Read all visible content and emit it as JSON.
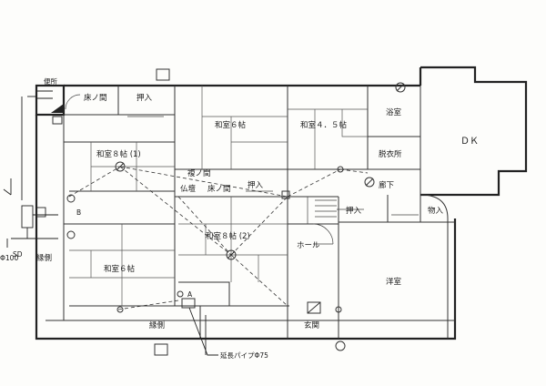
{
  "plan": {
    "rooms": {
      "toilet": "便所",
      "tokonoma": "床ノ間",
      "oshiire_top": "押入",
      "washitsu6_top": "和室６帖",
      "washitsu45": "和室４．５帖",
      "bath": "浴室",
      "dk": "ＤＫ",
      "washitsu8_1": "和室８帖 (1)",
      "dressing": "脱衣所",
      "fukunoma": "複ノ間",
      "butsudan": "仏壇",
      "toko": "床ノ間",
      "oshiire_mid": "押入",
      "roka": "廊下",
      "oshiire_right": "押入",
      "monoire": "物入",
      "washitsu8_2": "和室８帖 (2)",
      "hall": "ホール",
      "washitsu6_bottom": "和室６帖",
      "yoshitsu": "洋室",
      "engawa_left": "縁側",
      "engawa_bottom": "縁側",
      "genkan": "玄関"
    },
    "markers": {
      "a": "A",
      "b": "B",
      "sd": "SD",
      "pipe100": "Φ100"
    },
    "annotation": "延長パイプΦ75"
  }
}
